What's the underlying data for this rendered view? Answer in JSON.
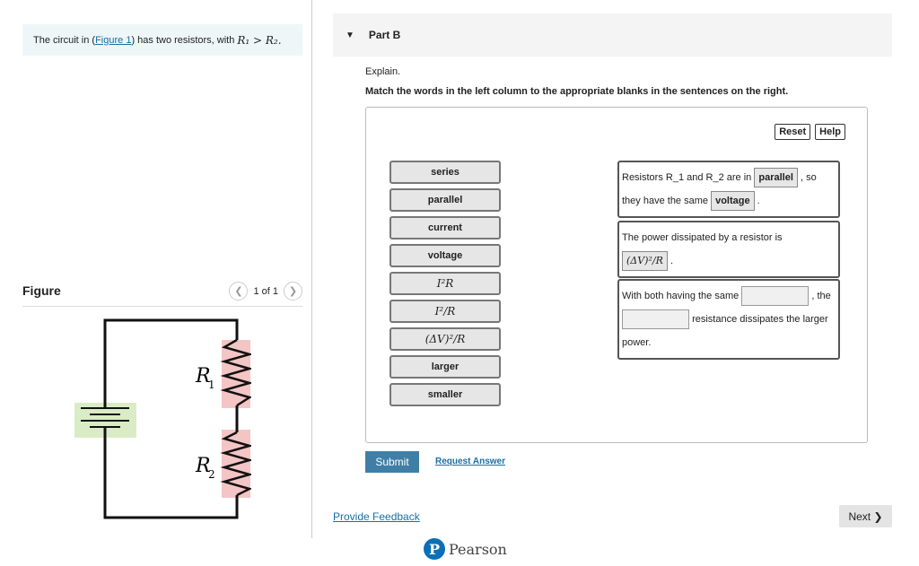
{
  "prompt": {
    "before": "The circuit in (",
    "link": "Figure 1",
    "after": ") has two resistors, with",
    "math": "R₁ > R₂."
  },
  "figure": {
    "title": "Figure",
    "pager": "1 of 1",
    "r1_label": "R",
    "r1_sub": "1",
    "r2_label": "R",
    "r2_sub": "2"
  },
  "part": {
    "label": "Part B"
  },
  "explain": "Explain.",
  "instruction": "Match the words in the left column to the appropriate blanks in the sentences on the right.",
  "buttons": {
    "reset": "Reset",
    "help": "Help",
    "submit": "Submit",
    "request": "Request Answer",
    "next": "Next ❯"
  },
  "words": [
    "series",
    "parallel",
    "current",
    "voltage",
    "I²R",
    "I²/R",
    "(ΔV)²/R",
    "larger",
    "smaller"
  ],
  "sentences": {
    "s1": {
      "a": "Resistors R_1 and R_2 are in",
      "chip1": "parallel",
      "b": ", so they have the same",
      "chip2": "voltage",
      "c": "."
    },
    "s2": {
      "a": "The power dissipated by a resistor is",
      "chip1": "(ΔV)²/R",
      "c": "."
    },
    "s3": {
      "a": "With both having the same",
      "b": ", the",
      "c": "resistance dissipates the larger power."
    }
  },
  "footer": {
    "feedback": "Provide Feedback",
    "brand": "Pearson",
    "brand_letter": "P"
  },
  "colors": {
    "accent": "#3f7fa6",
    "link": "#1a6fa3",
    "resistor_bg": "#f4c5c5",
    "battery_bg": "#d9ecc5"
  }
}
